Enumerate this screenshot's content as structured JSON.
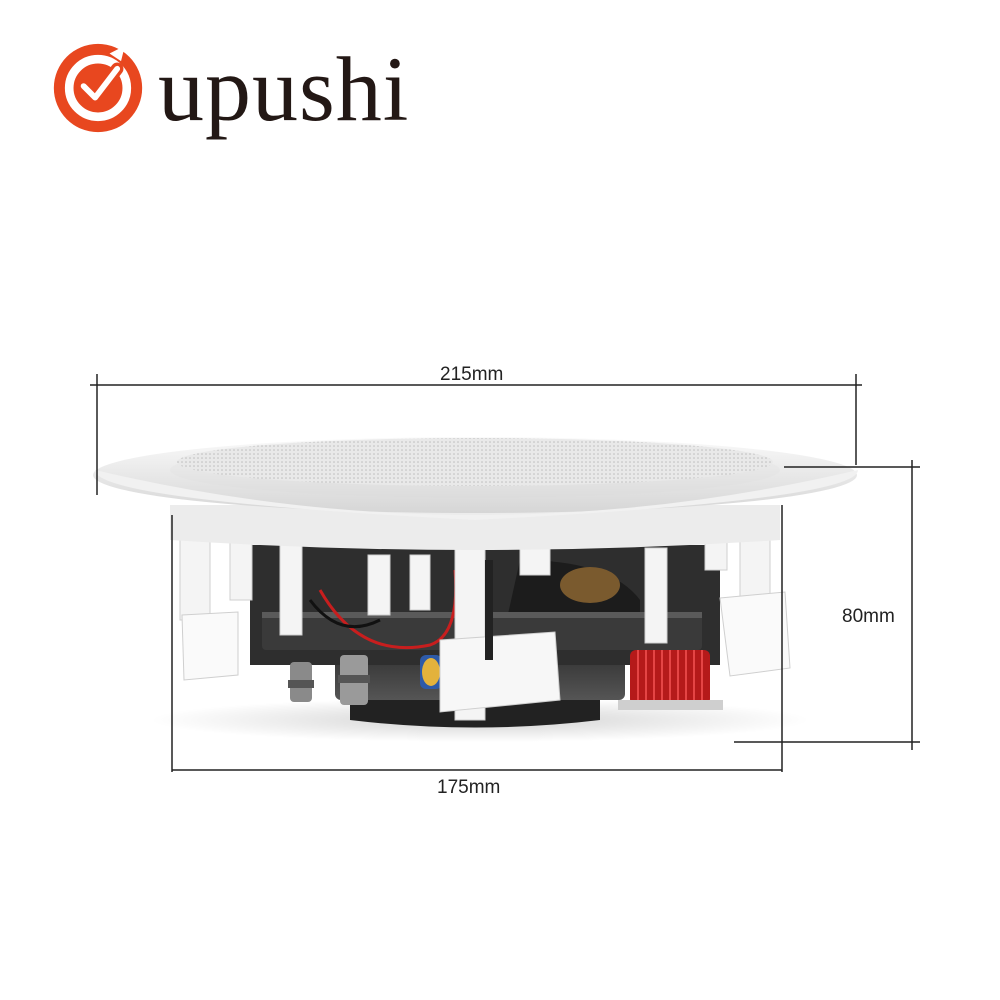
{
  "brand": {
    "name": "upushi",
    "accent_color": "#e8471f",
    "text_color": "#231815"
  },
  "product": {
    "icon": "ceiling-speaker-image"
  },
  "dimensions": {
    "width_top": "215mm",
    "width_bottom": "175mm",
    "height": "80mm"
  }
}
